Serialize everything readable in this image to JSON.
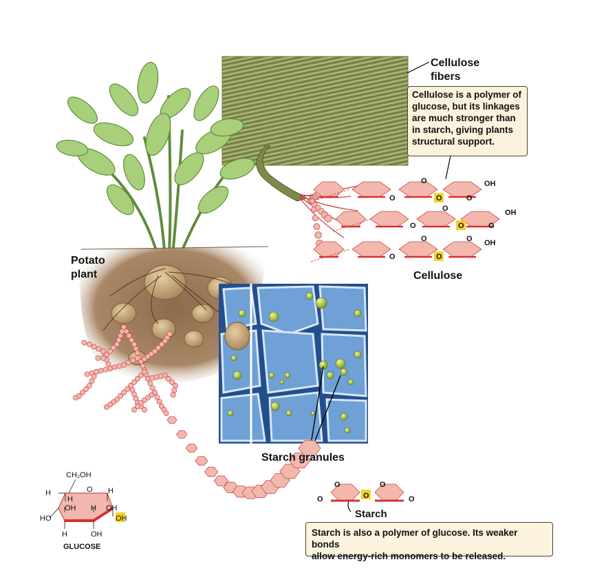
{
  "labels": {
    "cellulose_fibers_line1": "Cellulose",
    "cellulose_fibers_line2": "fibers",
    "potato_line1": "Potato",
    "potato_line2": "plant",
    "cellulose": "Cellulose",
    "starch_granules": "Starch granules",
    "starch": "Starch"
  },
  "callouts": {
    "cellulose_info": [
      "Cellulose is a polymer of",
      "glucose, but its linkages",
      "are much stronger than",
      "in starch, giving plants",
      "structural support."
    ],
    "starch_info": [
      "Starch is also a polymer of glucose. Its weaker bonds",
      "allow energy-rich monomers to be released."
    ]
  },
  "chain_atoms": {
    "oxygen": "O",
    "hydroxyl": "OH"
  },
  "glucose": {
    "title": "GLUCOSE",
    "ch2oh": "CH₂OH",
    "ring_o": "O",
    "h": "H",
    "oh": "OH",
    "ho": "HO"
  },
  "colors": {
    "ring_fill": "#f2b8ae",
    "ring_stroke": "#c94a4a",
    "bond_highlight": "#f5d327",
    "callout_bg": "#fbf3dd",
    "leaf": "#9cc56f",
    "fiber": "#7f8c4e",
    "soil": "#9c7a5b",
    "starch_cell": "#3f7fc4",
    "granule": "#c9d33f"
  }
}
